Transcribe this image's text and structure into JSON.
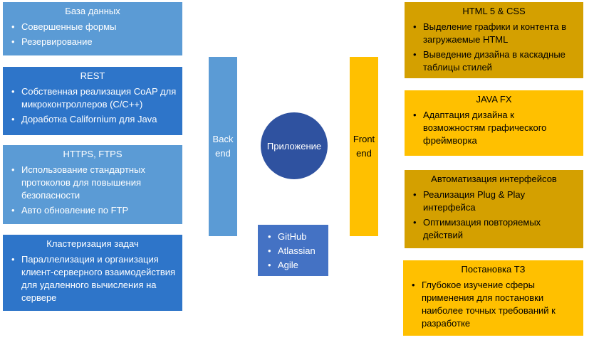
{
  "center": {
    "label": "Приложение"
  },
  "backend_bar": {
    "line1": "Back",
    "line2": "end"
  },
  "frontend_bar": {
    "line1": "Front",
    "line2": "end"
  },
  "tools": {
    "items": [
      "GitHub",
      "Atlassian",
      "Agile"
    ]
  },
  "left_boxes": [
    {
      "title": "База данных",
      "items": [
        "Совершенные формы",
        "Резервирование"
      ]
    },
    {
      "title": "REST",
      "items": [
        "Собственная реализация CoAP для микроконтроллеров  (C/C++)",
        "Доработка Californium для Java"
      ]
    },
    {
      "title": "HTTPS, FTPS",
      "items": [
        "Использование стандартных протоколов  для повышения безопасности",
        "Авто обновление по FTP"
      ]
    },
    {
      "title": "Кластеризация задач",
      "items": [
        "Параллелизация и организация клиент-серверного взаимодействия для удаленного вычисления на сервере"
      ]
    }
  ],
  "right_boxes": [
    {
      "title": "HTML 5 & CSS",
      "items": [
        "Выделение графики и контента в загружаемые HTML",
        "Выведение дизайна в каскадные таблицы стилей"
      ]
    },
    {
      "title": "JAVA FX",
      "items": [
        "Адаптация дизайна к возможностям графического фреймворка"
      ]
    },
    {
      "title": "Автоматизация интерфейсов",
      "items": [
        "Реализация Plug & Play интерфейса",
        "Оптимизация повторяемых действий"
      ]
    },
    {
      "title": "Постановка ТЗ",
      "items": [
        "Глубокое  изучение сферы применения для постановки наиболее точных требований к разработке"
      ]
    }
  ],
  "colors": {
    "blue_light": "#5b9bd5",
    "blue_dark": "#2e75c9",
    "gold_dark": "#d4a000",
    "gold_light": "#ffc000",
    "circle": "#2f52a0",
    "tools": "#4472c4"
  }
}
